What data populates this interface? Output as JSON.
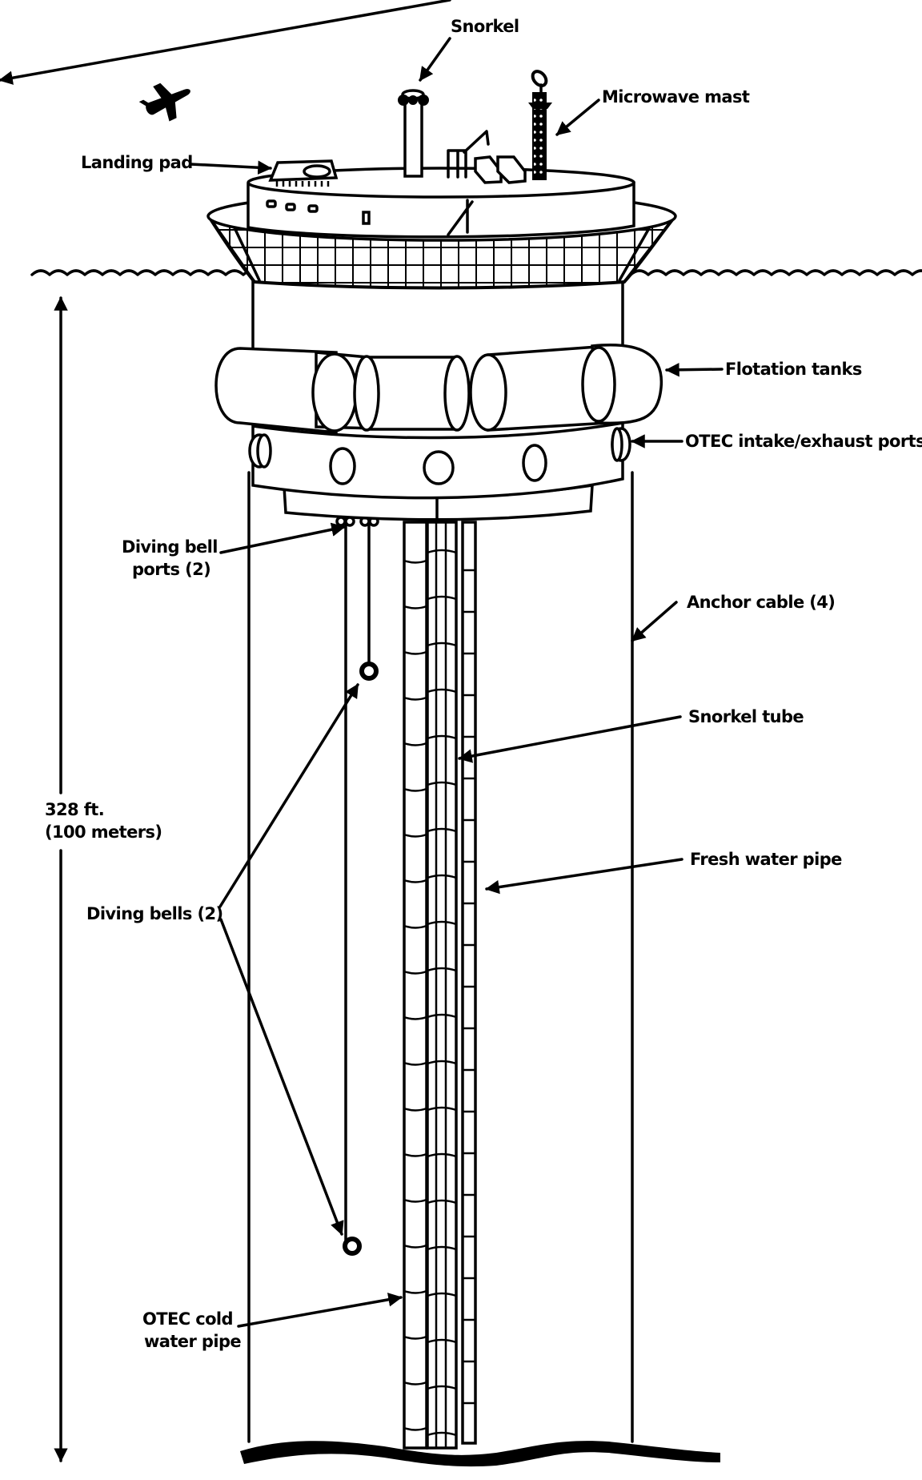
{
  "diagram": {
    "title": "OTEC floating ocean platform",
    "colors": {
      "ink": "#000000",
      "paper": "#ffffff"
    },
    "labels": {
      "snorkel": "Snorkel",
      "microwave_mast": "Microwave mast",
      "landing_pad": "Landing pad",
      "flotation_tanks": "Flotation tanks",
      "otec_ports": "OTEC intake/exhaust ports",
      "diving_bell_ports_line1": "Diving bell",
      "diving_bell_ports_line2": "ports (2)",
      "anchor_cable": "Anchor cable (4)",
      "snorkel_tube": "Snorkel tube",
      "fresh_water_pipe": "Fresh water pipe",
      "depth_line1": "328 ft.",
      "depth_line2": "(100 meters)",
      "diving_bells": "Diving bells (2)",
      "cold_pipe_line1": "OTEC cold",
      "cold_pipe_line2": "water pipe"
    },
    "icons": [
      "airplane-icon",
      "satellite-dish-icon"
    ]
  }
}
